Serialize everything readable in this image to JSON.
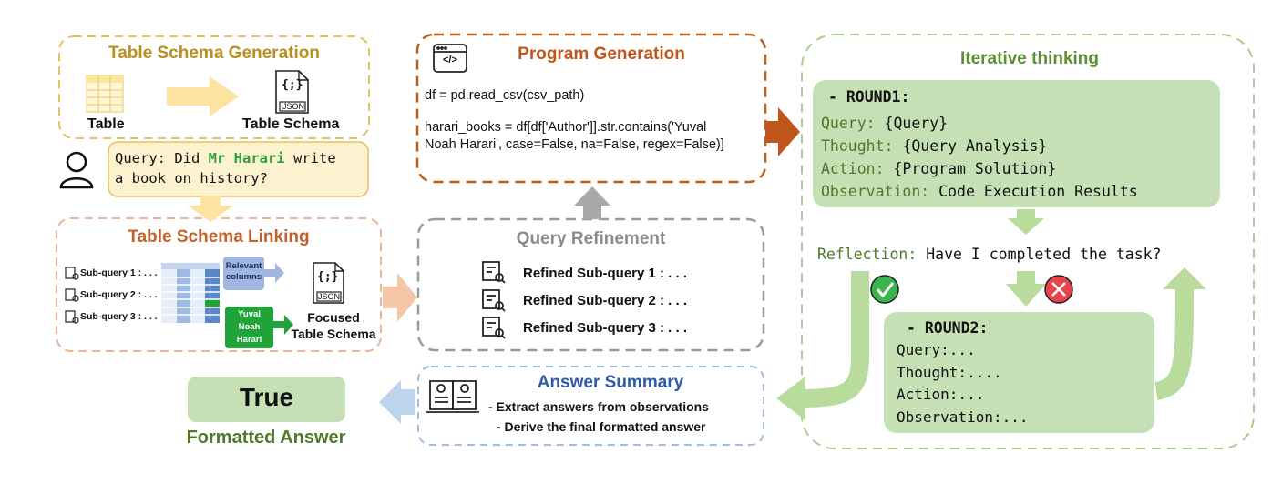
{
  "schema_generation": {
    "title": "Table Schema Generation",
    "table_label": "Table",
    "schema_label": "Table Schema",
    "json_tag": "JSON"
  },
  "query": {
    "prefix": "Query: Did ",
    "highlight": "Mr Harari",
    "suffix_line1": " write",
    "line2": "a book on history?"
  },
  "schema_linking": {
    "title": "Table Schema Linking",
    "sub_queries": [
      "Sub-query 1 : . . .",
      "Sub-query 2 : . . .",
      "Sub-query 3 : . . ."
    ],
    "relevant_columns": [
      "Relevant",
      "columns"
    ],
    "entity": [
      "Yuval",
      "Noah",
      "Harari"
    ],
    "json_tag": "JSON",
    "focused_label": [
      "Focused",
      "Table Schema"
    ]
  },
  "program_generation": {
    "title": "Program Generation",
    "code_line1": "df = pd.read_csv(csv_path)",
    "code_line2": "harari_books = df[df['Author']].str.contains('Yuval",
    "code_line3": "Noah Harari', case=False, na=False, regex=False)]"
  },
  "query_refinement": {
    "title": "Query Refinement",
    "items": [
      "Refined Sub-query 1 : . . .",
      "Refined Sub-query 2 : . . .",
      "Refined Sub-query 3 : . . ."
    ]
  },
  "answer_summary": {
    "title": "Answer Summary",
    "line1": "- Extract answers from observations",
    "line2": "- Derive the final formatted answer"
  },
  "result": {
    "value": "True",
    "label": "Formatted Answer"
  },
  "iterative": {
    "title": "Iterative thinking",
    "round1": {
      "header": "- ROUND1:",
      "lines": [
        {
          "key": "Query:",
          "val": " {Query}"
        },
        {
          "key": "Thought:",
          "val": " {Query Analysis}"
        },
        {
          "key": "Action:",
          "val": " {Program Solution}"
        },
        {
          "key": "Observation:",
          "val": " Code Execution Results"
        }
      ]
    },
    "reflection_key": "Reflection:",
    "reflection_val": " Have I completed the task?",
    "round2": {
      "header": "- ROUND2:",
      "lines": [
        "Query:...",
        "Thought:....",
        "Action:...",
        "Observation:..."
      ]
    }
  },
  "colors": {
    "gold": "#d9b13a",
    "gold_text": "#b8901d",
    "peach": "#e8a27a",
    "peach_text": "#c0602a",
    "brown": "#b05a1a",
    "grey": "#9a9a9a",
    "blue": "#2e5aa6",
    "green_box": "#c4e0b4",
    "green_arrow": "#b9db9c",
    "green_text": "#4d7a2a",
    "relevant_blue": "#9eb6e0",
    "entity_green": "#22a33a"
  }
}
